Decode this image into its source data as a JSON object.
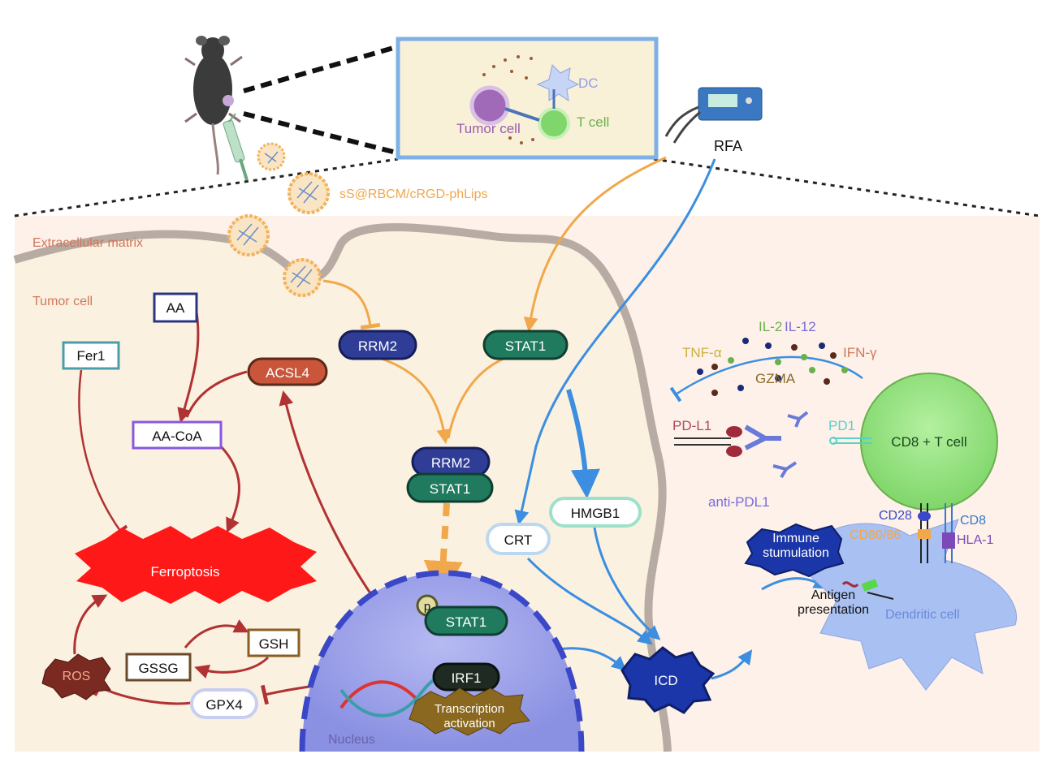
{
  "inset": {
    "dc": "DC",
    "tumor_cell": "Tumor cell",
    "t_cell": "T cell"
  },
  "rfa": "RFA",
  "nanoparticle": "sS@RBCM/cRGD-phLips",
  "regions": {
    "ecm": "Extracellular matrix",
    "tumor": "Tumor cell",
    "nucleus": "Nucleus"
  },
  "nodes": {
    "aa": "AA",
    "fer1": "Fer1",
    "acsl4": "ACSL4",
    "aacoa": "AA-CoA",
    "rrm2": "RRM2",
    "stat1": "STAT1",
    "complex_rrm2": "RRM2",
    "complex_stat1": "STAT1",
    "hmgb1": "HMGB1",
    "crt": "CRT",
    "ferroptosis": "Ferroptosis",
    "ros": "ROS",
    "gssg": "GSSG",
    "gsh": "GSH",
    "gpx4": "GPX4",
    "p": "p",
    "pstat1": "STAT1",
    "irf1": "IRF1",
    "transcription_1": "Transcription",
    "transcription_2": "activation",
    "icd": "ICD"
  },
  "immune": {
    "il2": "IL-2",
    "il12": "IL-12",
    "tnfa": "TNF-α",
    "ifng": "IFN-γ",
    "gzma": "GZMA",
    "pdl1": "PD-L1",
    "pd1": "PD1",
    "anti_pdl1": "anti-PDL1",
    "cd8_tcell": "CD8 + T cell",
    "cd28": "CD28",
    "cd8": "CD8",
    "cd8086": "CD80/86",
    "hla1": "HLA-1",
    "immune_stim_1": "Immune",
    "immune_stim_2": "stumulation",
    "antigen_1": "Antigen",
    "antigen_2": "presentation",
    "dendritic": "Dendritic cell"
  },
  "colors": {
    "rrm2": "#2f3d96",
    "stat1": "#1f7a5e",
    "acsl4": "#c9553a",
    "orange_arrow": "#f0a84a",
    "blue_arrow": "#3b8ee0",
    "red_arrow": "#b03232",
    "tcell": "#8fe07a",
    "dc": "#a9c0f2",
    "nucleus": "#9aa0ea"
  }
}
